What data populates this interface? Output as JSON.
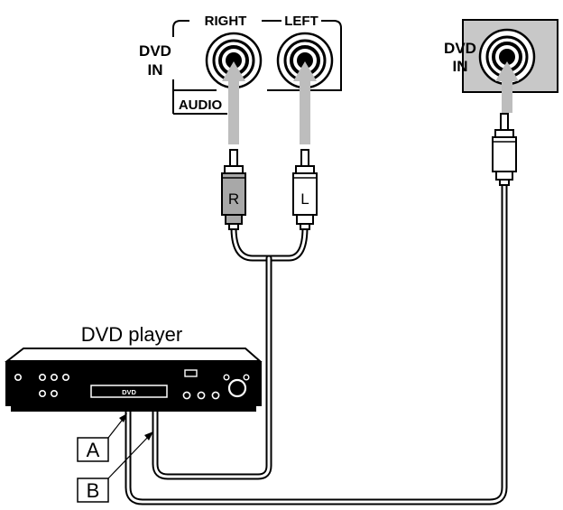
{
  "audio_panel": {
    "right_label": "RIGHT",
    "left_label": "LEFT",
    "dvd_in_line1": "DVD",
    "dvd_in_line2": "IN",
    "audio_label": "AUDIO"
  },
  "video_panel": {
    "dvd_in_line1": "DVD",
    "dvd_in_line2": "IN"
  },
  "plugs": {
    "right_letter": "R",
    "left_letter": "L"
  },
  "player": {
    "title": "DVD player",
    "display_text": "DVD"
  },
  "callouts": {
    "a": "A",
    "b": "B"
  },
  "colors": {
    "panel_gray": "#c8c8c8",
    "arrow_gray": "#bdbdbd",
    "plug_red_gray": "#a8a8a8"
  }
}
